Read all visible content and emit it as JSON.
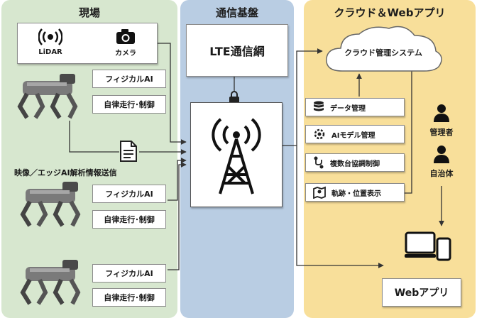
{
  "field": {
    "title": "現場",
    "sensors": [
      {
        "label": "LiDAR",
        "icon": "lidar-icon"
      },
      {
        "label": "カメラ",
        "icon": "camera-icon"
      }
    ],
    "robots": [
      {
        "ai_label": "フィジカルAI",
        "auto_label": "自律走行･制御"
      },
      {
        "ai_label": "フィジカルAI",
        "auto_label": "自律走行･制御"
      },
      {
        "ai_label": "フィジカルAI",
        "auto_label": "自律走行･制御"
      }
    ],
    "transmit_label": "映像／エッジAI解析情報送信"
  },
  "network": {
    "title": "通信基盤",
    "lte_label": "LTE通信網"
  },
  "cloud": {
    "title": "クラウド＆Webアプリ",
    "system_label": "クラウド管理システム",
    "items": [
      {
        "label": "データ管理",
        "icon": "database-icon"
      },
      {
        "label": "AIモデル管理",
        "icon": "ai-gear-icon"
      },
      {
        "label": "複数台協調制御",
        "icon": "coordination-icon"
      },
      {
        "label": "軌跡・位置表示",
        "icon": "map-icon"
      }
    ],
    "users": [
      {
        "label": "管理者"
      },
      {
        "label": "自治体"
      }
    ],
    "web_app_label": "Webアプリ"
  },
  "colors": {
    "field_bg": "#d7e7cf",
    "network_bg": "#b9cde3",
    "cloud_bg": "#f8df9a"
  }
}
